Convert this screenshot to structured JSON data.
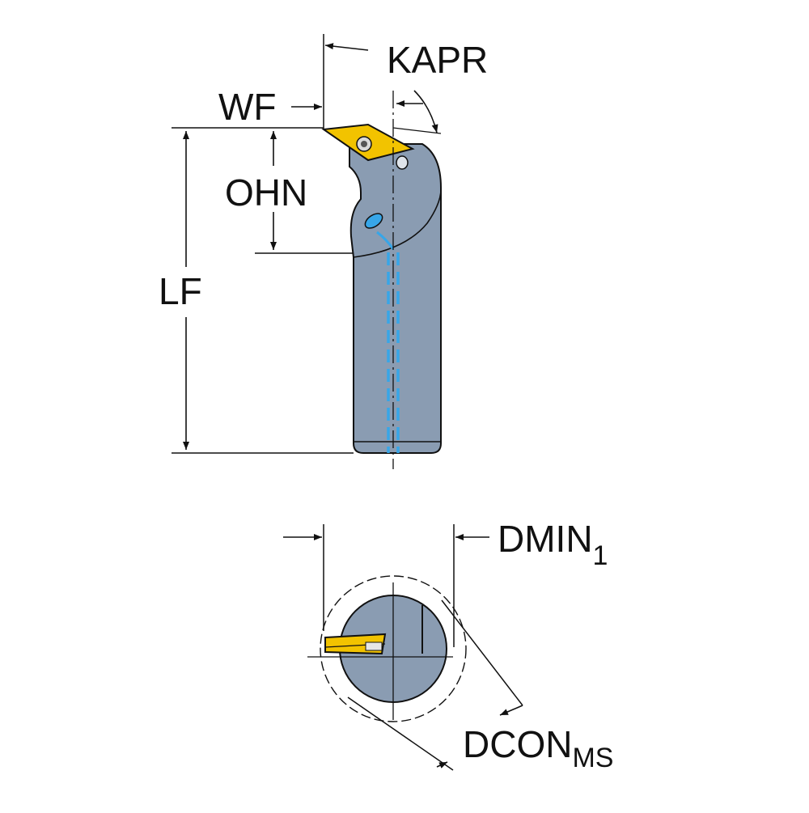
{
  "labels": {
    "kapr": "KAPR",
    "wf": "WF",
    "ohn": "OHN",
    "lf": "LF",
    "dmin": "DMIN",
    "dmin_sub": "1",
    "dcon": "DCON",
    "dcon_sub": "MS"
  },
  "colors": {
    "body": "#8a9cb2",
    "body_shadow": "#6f8299",
    "insert": "#f2c300",
    "insert_edge": "#8a6a00",
    "coolant": "#37a6e8",
    "line": "#111111",
    "background": "#ffffff"
  },
  "icons": {
    "insert_screw": "screw-icon",
    "coolant_outlet": "coolant-outlet-icon"
  }
}
